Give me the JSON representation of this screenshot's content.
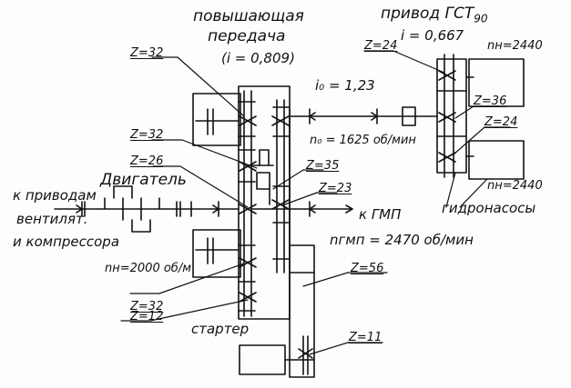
{
  "labels": {
    "top_title_line1": "повышающая",
    "top_title_line2": "передача",
    "top_ratio": "(i = 0,809)",
    "drive_title": "привод ГСТ",
    "drive_subscript": "90",
    "drive_ratio": "i = 0,667",
    "ratio_i0": "i₀ = 1,23",
    "speed_n0": "n₀ = 1625 об/мин",
    "engine": "Двигатель",
    "to_drives_line1": "к приводам",
    "to_drives_line2": "вентилят.",
    "to_drives_line3": "и компрессора",
    "to_gmp": "к ГМП",
    "speed_gmp": "nгмп = 2470 об/мин",
    "engine_speed": "nн=2000 об/м",
    "starter": "стартер",
    "pump_speed_top": "nн=2440",
    "pump_speed_bottom": "nн=2440",
    "hydro_pumps": "гидронасосы"
  },
  "gears": {
    "z32_top": "Z=32",
    "z32_mid": "Z=32",
    "z26": "Z=26",
    "z35": "Z=35",
    "z23": "Z=23",
    "z32_low": "Z=32",
    "z12": "Z=12",
    "z56": "Z=56",
    "z11": "Z=11",
    "z24_top": "Z=24",
    "z36": "Z=36",
    "z24_mid": "Z=24"
  }
}
